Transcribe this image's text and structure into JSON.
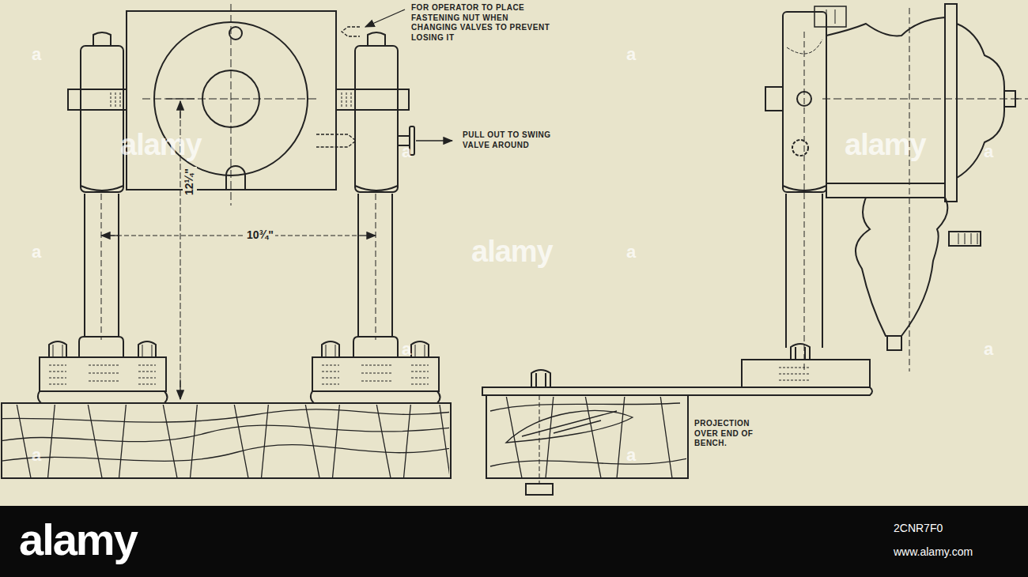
{
  "diagram": {
    "labels": [
      "FOR OPERATOR TO PLACE FASTENING NUT WHEN CHANGING VALVES TO PREVENT LOSING IT",
      "PULL OUT TO SWING VALVE AROUND",
      "12¼\"",
      "10¾\"",
      "PROJECTION OVER END OF BENCH.",
      "alamy",
      "alamy",
      "alamy",
      "a",
      "a",
      "a",
      "a",
      "a",
      "a",
      "a",
      "a",
      "a",
      "a",
      "alamy",
      "2CNR7F0",
      "www.alamy.com"
    ]
  }
}
